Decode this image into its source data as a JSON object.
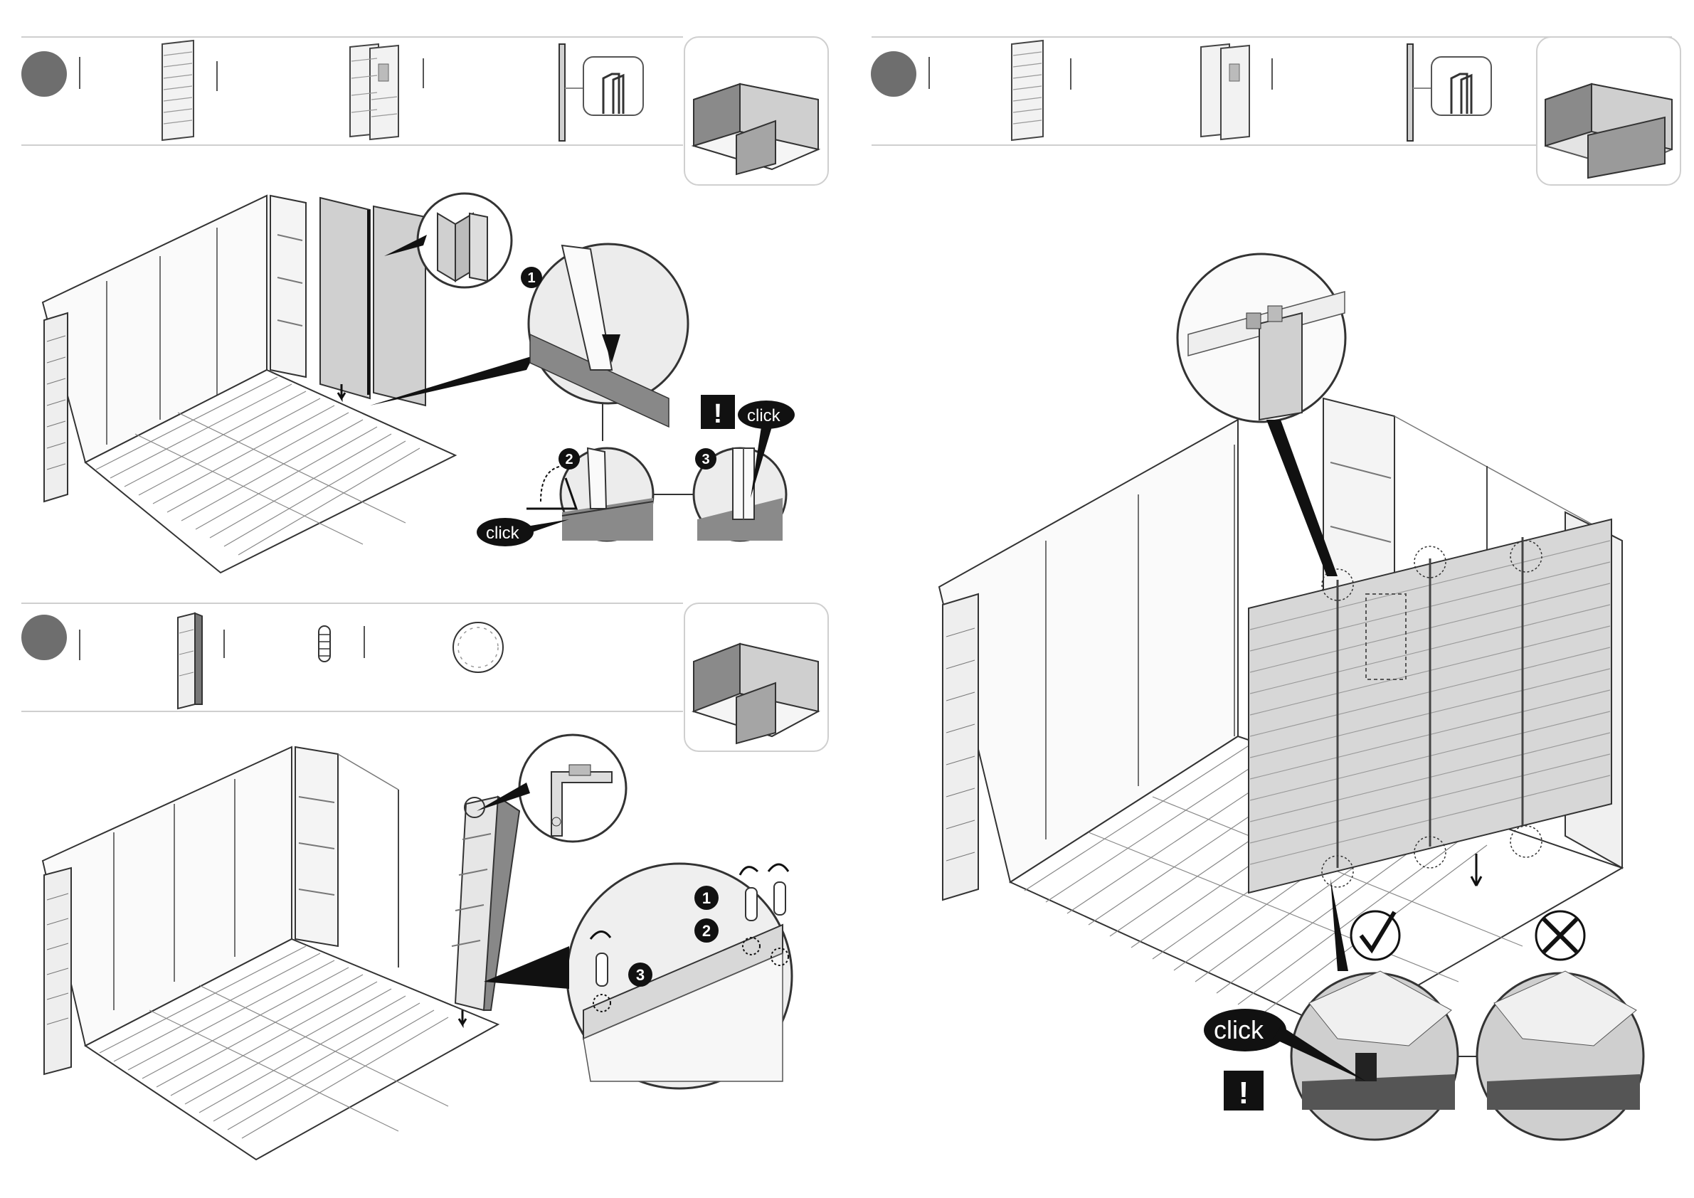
{
  "document": {
    "type": "assembly-instruction-sheet",
    "pages": [
      {
        "steps": [
          {
            "parts": [
              "wall-panel",
              "door-panel-pair",
              "vertical-profile"
            ],
            "sub_steps": [
              "1",
              "2",
              "3"
            ],
            "callouts": [
              "click",
              "click"
            ],
            "warning": "!"
          },
          {
            "parts": [
              "corner-post",
              "spring-pin",
              "washer-ring"
            ],
            "sub_steps": [
              "1",
              "2",
              "3"
            ]
          }
        ]
      },
      {
        "steps": [
          {
            "parts": [
              "wall-panel",
              "door-panel-pair",
              "vertical-profile"
            ],
            "callouts": [
              "click"
            ],
            "warning": "!",
            "checks": [
              "correct",
              "incorrect"
            ]
          }
        ]
      }
    ]
  },
  "labels": {
    "click": "click",
    "warning": "!",
    "n1": "1",
    "n2": "2",
    "n3": "3"
  },
  "colors": {
    "step_marker": "#6e6e6e",
    "line": "#3a3a3a",
    "panel_fill": "#d9d9d9",
    "callout_fill": "#111111",
    "divider": "#cfcfcf"
  }
}
